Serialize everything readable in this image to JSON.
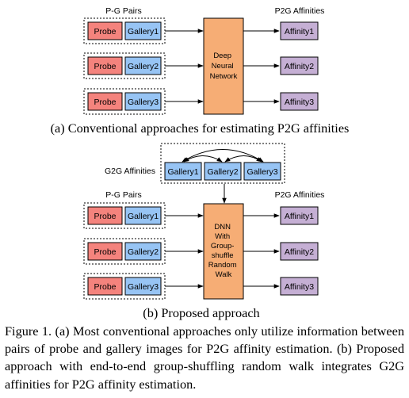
{
  "colors": {
    "probe": "#f4837d",
    "gallery": "#97c4f4",
    "network": "#f6ad75",
    "affinity": "#c5afd4"
  },
  "panel_a": {
    "pg_title": "P-G Pairs",
    "p2g_title": "P2G Affinities",
    "pairs": [
      {
        "probe": "Probe",
        "gallery": "Gallery1"
      },
      {
        "probe": "Probe",
        "gallery": "Gallery2"
      },
      {
        "probe": "Probe",
        "gallery": "Gallery3"
      }
    ],
    "network_lines": [
      "Deep",
      "Neural",
      "Network"
    ],
    "affinities": [
      "Affinity1",
      "Affinity2",
      "Affinity3"
    ],
    "caption": "(a) Conventional approaches for estimating P2G affinities"
  },
  "panel_b": {
    "g2g_title": "G2G Affinities",
    "galleries": [
      "Gallery1",
      "Gallery2",
      "Gallery3"
    ],
    "pg_title": "P-G Pairs",
    "p2g_title": "P2G Affinities",
    "pairs": [
      {
        "probe": "Probe",
        "gallery": "Gallery1"
      },
      {
        "probe": "Probe",
        "gallery": "Gallery2"
      },
      {
        "probe": "Probe",
        "gallery": "Gallery3"
      }
    ],
    "network_lines": [
      "DNN",
      "With",
      "Group-",
      "shuffle",
      "Random",
      "Walk"
    ],
    "affinities": [
      "Affinity1",
      "Affinity2",
      "Affinity3"
    ],
    "caption": "(b) Proposed approach"
  },
  "figure_caption": "Figure 1. (a) Most conventional approaches only utilize information between pairs of probe and gallery images for P2G affinity estimation. (b) Proposed approach with end-to-end group-shuffling random walk integrates G2G affinities for P2G affinity estimation."
}
